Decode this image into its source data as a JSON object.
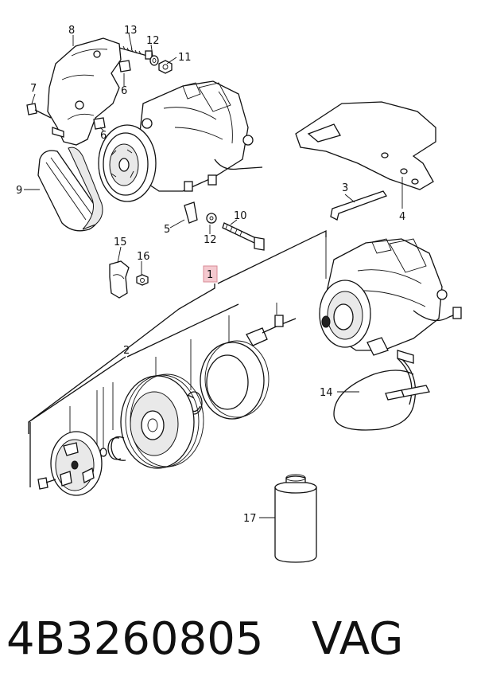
{
  "diagram": {
    "callouts": {
      "c1": "1",
      "c2": "2",
      "c3": "3",
      "c4": "4",
      "c5": "5",
      "c6a": "6",
      "c6b": "6",
      "c7": "7",
      "c8": "8",
      "c9": "9",
      "c10": "10",
      "c11": "11",
      "c12a": "12",
      "c12b": "12",
      "c13": "13",
      "c14": "14",
      "c15": "15",
      "c16": "16",
      "c17": "17"
    },
    "highlight_color": "#f4c9cf"
  },
  "footer": {
    "part_number": "4B3260805",
    "brand": "VAG"
  }
}
